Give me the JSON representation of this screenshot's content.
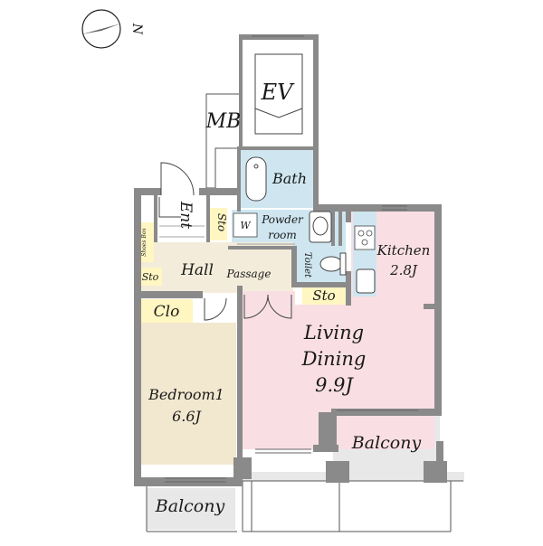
{
  "compass": {
    "label": "N"
  },
  "rooms": {
    "ev": "EV",
    "mb": "MB",
    "bath": "Bath",
    "ent": "Ent",
    "sto_ent": "Sto",
    "w": "W",
    "powder_line1": "Powder",
    "powder_line2": "room",
    "toilet": "Toilet",
    "shoes_box": "Shoes Box",
    "sto_hall": "Sto",
    "hall": "Hall",
    "passage": "Passage",
    "sto_living": "Sto",
    "clo": "Clo",
    "kitchen_name": "Kitchen",
    "kitchen_size": "2.8J",
    "living_line1": "Living",
    "living_line2": "Dining",
    "living_size": "9.9J",
    "bedroom_name": "Bedroom1",
    "bedroom_size": "6.6J",
    "balcony_right": "Balcony",
    "balcony_bottom": "Balcony"
  },
  "colors": {
    "wall": "#8a8a8a",
    "wet_area": "#cfe6f0",
    "storage": "#fff6c2",
    "hall": "#f3ecda",
    "bedroom": "#f2e7cf",
    "living": "#f9dfe3",
    "kitchen": "#f9dfe3",
    "balcony": "#e8e8e8",
    "white_room": "#ffffff"
  }
}
